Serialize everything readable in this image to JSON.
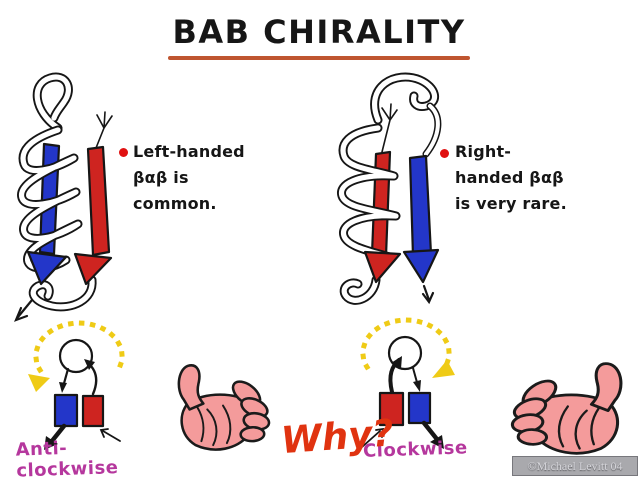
{
  "title": {
    "text": "BAB CHIRALITY"
  },
  "notes": {
    "left": {
      "line1": "Left-handed",
      "line2": "βαβ is",
      "line3": "common."
    },
    "right": {
      "line1": "Right-",
      "line2": "handed βαβ",
      "line3": "is very rare."
    }
  },
  "labels": {
    "anticlockwise": "Anti-clockwise",
    "clockwise": "Clockwise",
    "why": "Why?"
  },
  "watermark": "©Michael Levitt 04",
  "icons": {
    "left_structure": "left-handed-beta-alpha-beta-motif",
    "right_structure": "right-handed-beta-alpha-beta-motif",
    "left_rotation": "anticlockwise-dotted-arrow",
    "right_rotation": "clockwise-dotted-arrow",
    "left_hand": "left-hand",
    "right_hand": "right-hand"
  },
  "colors": {
    "strand-blue": "#2336C9",
    "strand-red": "#CE2420",
    "dots-yellow": "#EFCB16",
    "label-magenta": "#B5379D",
    "why-red": "#E03310",
    "hand-pink": "#F49B9B",
    "underline": "#BF5530",
    "ink": "#161616",
    "watermark-bg": "#A9A9AD",
    "watermark-text": "#D6D6DB"
  }
}
